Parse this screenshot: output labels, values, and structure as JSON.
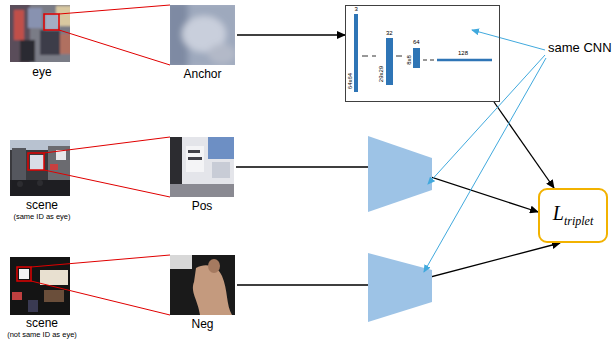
{
  "diagram": {
    "nodes": [
      {
        "text": [
          "eye"
        ]
      },
      {
        "text": [
          "Anchor"
        ]
      },
      {
        "text": [
          "3",
          "64x64",
          "32",
          "29x29",
          "64",
          "8x8",
          "128"
        ]
      },
      {
        "text": [
          "scene",
          "(same ID as eye)"
        ]
      },
      {
        "text": [
          "Pos"
        ]
      },
      {
        "text": [
          "scene",
          "(not same ID as eye)"
        ]
      },
      {
        "text": [
          "Neg"
        ]
      },
      {
        "text": [
          "L",
          "triplet"
        ]
      }
    ],
    "edges": [
      {
        "from": 1,
        "to": 2,
        "arrow": "to"
      },
      {
        "from": 2,
        "to": 7,
        "arrow": "to"
      },
      {
        "from": 4,
        "to": 7,
        "arrow": "to"
      },
      {
        "from": 6,
        "to": 7,
        "arrow": "to"
      }
    ],
    "labels": [
      "same CNN"
    ]
  }
}
